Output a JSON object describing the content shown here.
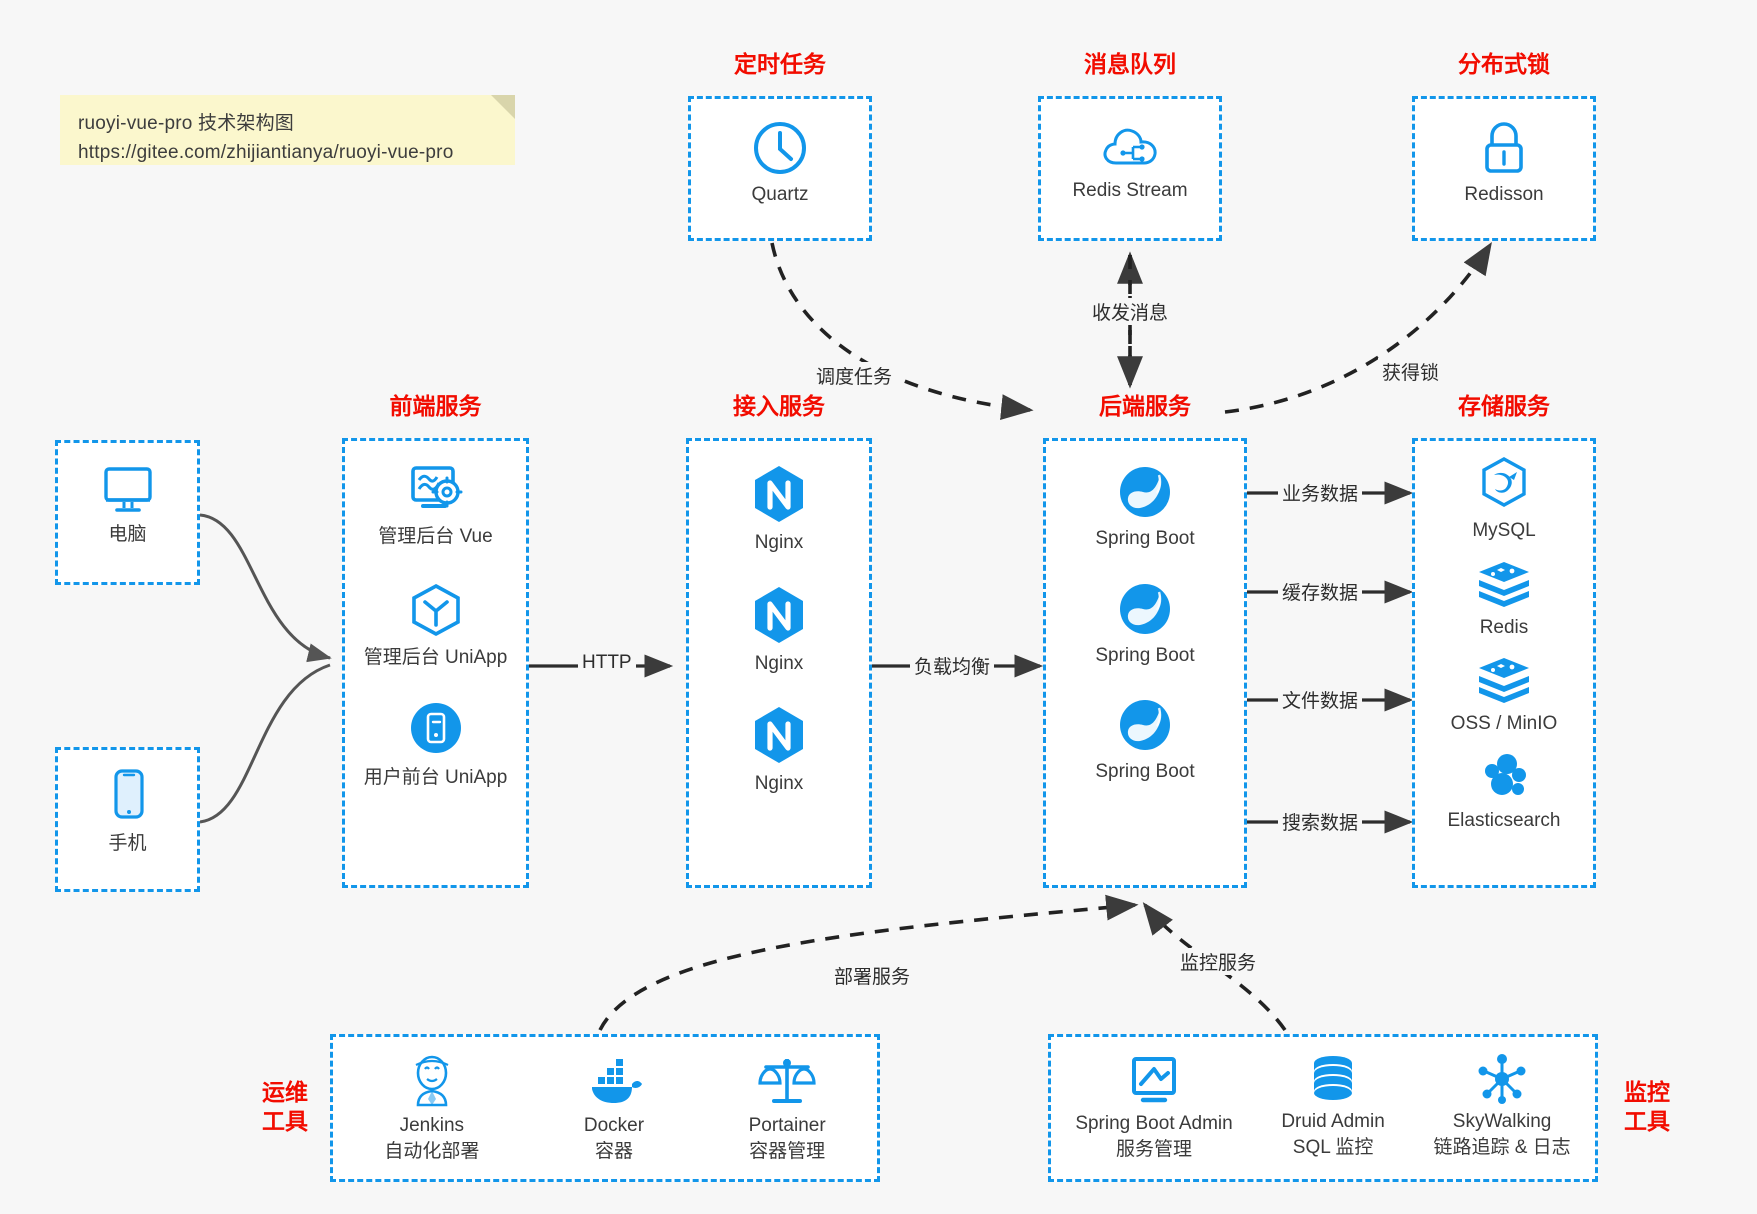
{
  "note": {
    "line1": "ruoyi-vue-pro 技术架构图",
    "line2": "https://gitee.com/zhijiantianya/ruoyi-vue-pro"
  },
  "colors": {
    "accent_blue": "#1296ea",
    "title_red": "#f20c00",
    "edge_gray": "#3b3b3b",
    "note_yellow": "#fbf7cd",
    "background": "#f7f7f7"
  },
  "groups": {
    "scheduled_task": {
      "title": "定时任务",
      "items": [
        {
          "label": "Quartz",
          "icon": "clock-icon"
        }
      ]
    },
    "message_queue": {
      "title": "消息队列",
      "items": [
        {
          "label": "Redis Stream",
          "icon": "cloud-stream-icon"
        }
      ]
    },
    "distributed_lock": {
      "title": "分布式锁",
      "items": [
        {
          "label": "Redisson",
          "icon": "lock-icon"
        }
      ]
    },
    "clients": {
      "items": [
        {
          "label": "电脑",
          "icon": "desktop-icon"
        },
        {
          "label": "手机",
          "icon": "mobile-icon"
        }
      ]
    },
    "frontend": {
      "title": "前端服务",
      "items": [
        {
          "label": "管理后台 Vue",
          "icon": "dashboard-gear-icon"
        },
        {
          "label": "管理后台 UniApp",
          "icon": "cube-icon"
        },
        {
          "label": "用户前台 UniApp",
          "icon": "phone-circle-icon"
        }
      ]
    },
    "gateway": {
      "title": "接入服务",
      "items": [
        {
          "label": "Nginx",
          "icon": "nginx-icon"
        },
        {
          "label": "Nginx",
          "icon": "nginx-icon"
        },
        {
          "label": "Nginx",
          "icon": "nginx-icon"
        }
      ]
    },
    "backend": {
      "title": "后端服务",
      "items": [
        {
          "label": "Spring Boot",
          "icon": "spring-leaf-icon"
        },
        {
          "label": "Spring Boot",
          "icon": "spring-leaf-icon"
        },
        {
          "label": "Spring Boot",
          "icon": "spring-leaf-icon"
        }
      ]
    },
    "storage": {
      "title": "存储服务",
      "items": [
        {
          "label": "MySQL",
          "icon": "mysql-dolphin-icon"
        },
        {
          "label": "Redis",
          "icon": "redis-stack-icon"
        },
        {
          "label": "OSS / MinIO",
          "icon": "redis-stack-icon"
        },
        {
          "label": "Elasticsearch",
          "icon": "elasticsearch-icon"
        }
      ]
    },
    "devops": {
      "title_line1": "运维",
      "title_line2": "工具",
      "items": [
        {
          "label": "Jenkins",
          "sublabel": "自动化部署",
          "icon": "jenkins-butler-icon"
        },
        {
          "label": "Docker",
          "sublabel": "容器",
          "icon": "docker-whale-icon"
        },
        {
          "label": "Portainer",
          "sublabel": "容器管理",
          "icon": "scales-icon"
        }
      ]
    },
    "monitoring": {
      "title_line1": "监控",
      "title_line2": "工具",
      "items": [
        {
          "label": "Spring Boot Admin",
          "sublabel": "服务管理",
          "icon": "monitor-chart-icon"
        },
        {
          "label": "Druid Admin",
          "sublabel": "SQL 监控",
          "icon": "database-icon"
        },
        {
          "label": "SkyWalking",
          "sublabel": "链路追踪 & 日志",
          "icon": "skywalking-node-icon"
        }
      ]
    }
  },
  "edges": {
    "http": "HTTP",
    "load_balance": "负载均衡",
    "schedule_task": "调度任务",
    "send_receive_message": "收发消息",
    "acquire_lock": "获得锁",
    "business_data": "业务数据",
    "cache_data": "缓存数据",
    "file_data": "文件数据",
    "search_data": "搜索数据",
    "deploy_service": "部署服务",
    "monitor_service": "监控服务"
  }
}
